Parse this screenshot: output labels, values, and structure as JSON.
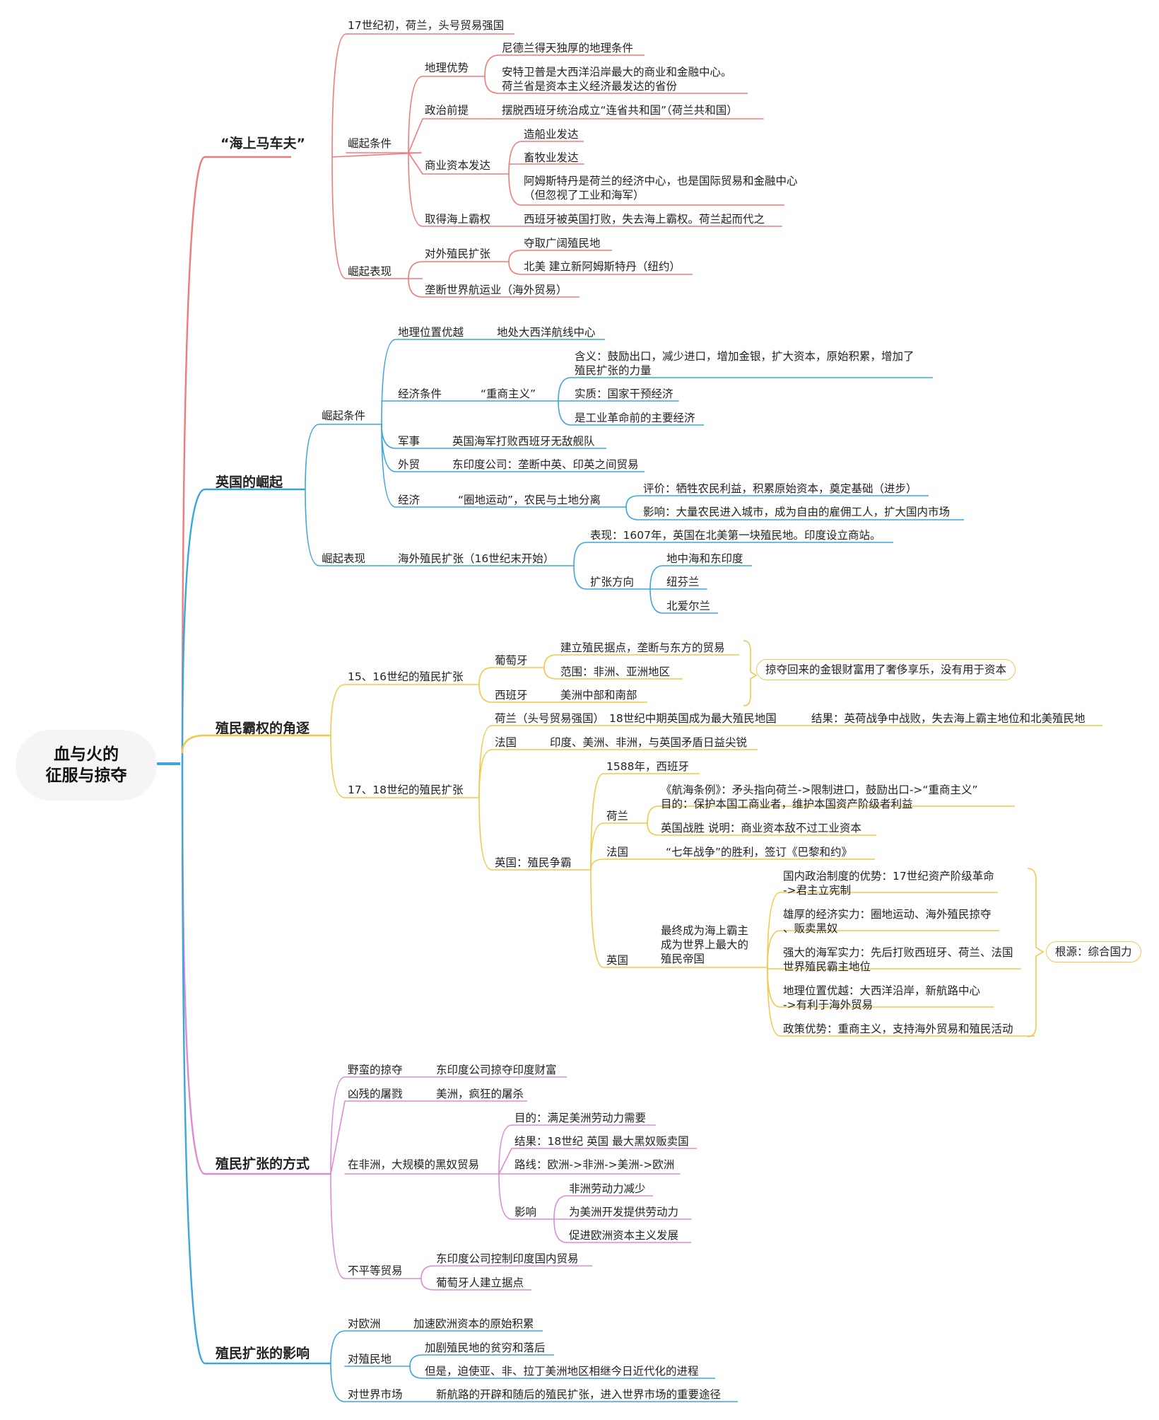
{
  "title": "血与火的\n征服与掠夺",
  "colors": {
    "red": "#f07b7b",
    "blue": "#3ba6dd",
    "yellow": "#f3c74a",
    "pink": "#dd8bd4"
  },
  "b1": {
    "label": "“海上马车夫”",
    "n1": "17世纪初，荷兰，头号贸易强国",
    "rise": "崛起条件",
    "geo": "地理优势",
    "geo1": "尼德兰得天独厚的地理条件",
    "geo2": "安特卫普是大西洋沿岸最大的商业和金融中心。\n荷兰省是资本主义经济最发达的省份",
    "pol": "政治前提",
    "pol1": "摆脱西班牙统治成立“连省共和国”（荷兰共和国）",
    "com": "商业资本发达",
    "com1": "造船业发达",
    "com2": "畜牧业发达",
    "com3": "阿姆斯特丹是荷兰的经济中心，也是国际贸易和金融中心\n（但忽视了工业和海军）",
    "sea": "取得海上霸权",
    "sea1": "西班牙被英国打败，失去海上霸权。荷兰起而代之",
    "perf": "崛起表现",
    "col": "对外殖民扩张",
    "col1": "夺取广阔殖民地",
    "col2": "北美 建立新阿姆斯特丹（纽约）",
    "mono": "垄断世界航运业（海外贸易）"
  },
  "b2": {
    "label": "英国的崛起",
    "rise": "崛起条件",
    "geo": "地理位置优越",
    "geo1": "地处大西洋航线中心",
    "eco": "经济条件",
    "merc": "“重商主义”",
    "merc1": "含义：鼓励出口，减少进口，增加金银，扩大资本，原始积累，增加了\n殖民扩张的力量",
    "merc2": "实质：国家干预经济",
    "merc3": "是工业革命前的主要经济",
    "mil": "军事",
    "mil1": "英国海军打败西班牙无敌舰队",
    "trade": "外贸",
    "trade1": "东印度公司：垄断中英、印英之间贸易",
    "econ": "经济",
    "encl": "“圈地运动”，农民与土地分离",
    "encl1": "评价：牺牲农民利益，积累原始资本，奠定基础（进步）",
    "encl2": "影响：大量农民进入城市，成为自由的雇佣工人，扩大国内市场",
    "perf": "崛起表现",
    "over": "海外殖民扩张（16世纪末开始）",
    "over1": "表现：1607年，英国在北美第一块殖民地。印度设立商站。",
    "dir": "扩张方向",
    "dir1": "地中海和东印度",
    "dir2": "纽芬兰",
    "dir3": "北爱尔兰"
  },
  "b3": {
    "label": "殖民霸权的角逐",
    "c1516": "15、16世纪的殖民扩张",
    "pt": "葡萄牙",
    "pt1": "建立殖民据点，垄断与东方的贸易",
    "pt2": "范围：非洲、亚洲地区",
    "es": "西班牙",
    "es1": "美洲中部和南部",
    "summary1": "掠夺回来的金银财富用了奢侈享乐，没有用于资本",
    "c1718": "17、18世纪的殖民扩张",
    "nl": "荷兰（头号贸易强国）",
    "nl1": "18世纪中期英国成为最大殖民地国",
    "nl2": "结果：英荷战争中战败，失去海上霸主地位和北美殖民地",
    "fr": "法国",
    "fr1": "印度、美洲、非洲，与英国矛盾日益尖锐",
    "uk": "英国：殖民争霸",
    "uk1": "1588年，西班牙",
    "ukn": "荷兰",
    "ukn1": "《航海条例》：矛头指向荷兰->限制进口，鼓励出口->“重商主义”\n目的：保护本国工商业者，维护本国资产阶级者利益",
    "ukn2": "英国战胜 说明：商业资本敌不过工业资本",
    "ukf": "法国",
    "ukf1": "“七年战争”的胜利，签订《巴黎和约》",
    "uke": "英国",
    "final": "最终成为海上霸主\n成为世界上最大的\n殖民帝国",
    "f1": "国内政治制度的优势：17世纪资产阶级革命\n->君主立宪制",
    "f2": "雄厚的经济实力：圈地运动、海外殖民掠夺\n、贩卖黑奴",
    "f3": "强大的海军实力：先后打败西班牙、荷兰、法国\n世界殖民霸主地位",
    "f4": "地理位置优越：大西洋沿岸，新航路中心\n->有利于海外贸易",
    "f5": "政策优势：重商主义，支持海外贸易和殖民活动",
    "root": "根源：综合国力"
  },
  "b4": {
    "label": "殖民扩张的方式",
    "wild": "野蛮的掠夺",
    "wild1": "东印度公司掠夺印度财富",
    "cruel": "凶残的屠戮",
    "cruel1": "美洲，疯狂的屠杀",
    "slave": "在非洲，大规模的黑奴贸易",
    "s1": "目的：满足美洲劳动力需要",
    "s2": "结果：18世纪 英国 最大黑奴贩卖国",
    "s3": "路线：欧洲->非洲->美洲->欧洲",
    "s4": "影响",
    "s41": "非洲劳动力减少",
    "s42": "为美洲开发提供劳动力",
    "s43": "促进欧洲资本主义发展",
    "unfair": "不平等贸易",
    "u1": "东印度公司控制印度国内贸易",
    "u2": "葡萄牙人建立据点"
  },
  "b5": {
    "label": "殖民扩张的影响",
    "eu": "对欧洲",
    "eu1": "加速欧洲资本的原始积累",
    "colony": "对殖民地",
    "c1": "加剧殖民地的贫穷和落后",
    "c2": "但是，迫使亚、非、拉丁美洲地区相继今日近代化的进程",
    "world": "对世界市场",
    "w1": "新航路的开辟和随后的殖民扩张，进入世界市场的重要途径"
  }
}
